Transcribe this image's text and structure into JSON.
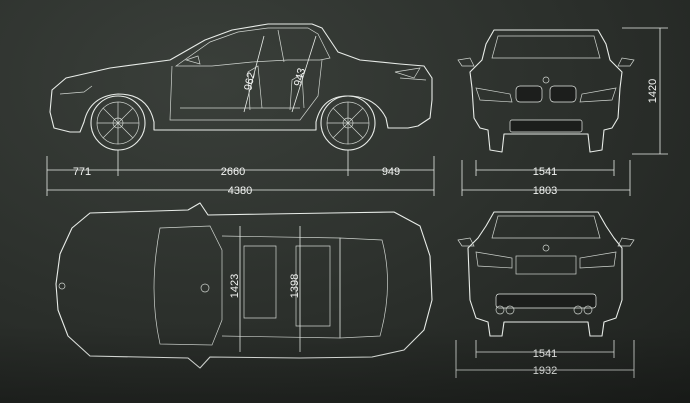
{
  "dimensions": {
    "front_overhang": "771",
    "wheelbase": "2660",
    "rear_overhang": "949",
    "length": "4380",
    "front_track": "1541",
    "width": "1803",
    "height": "1420",
    "front_headroom": "962",
    "rear_headroom": "943",
    "front_shoulder": "1423",
    "rear_shoulder": "1398",
    "rear_track": "1541",
    "max_width": "1932"
  }
}
